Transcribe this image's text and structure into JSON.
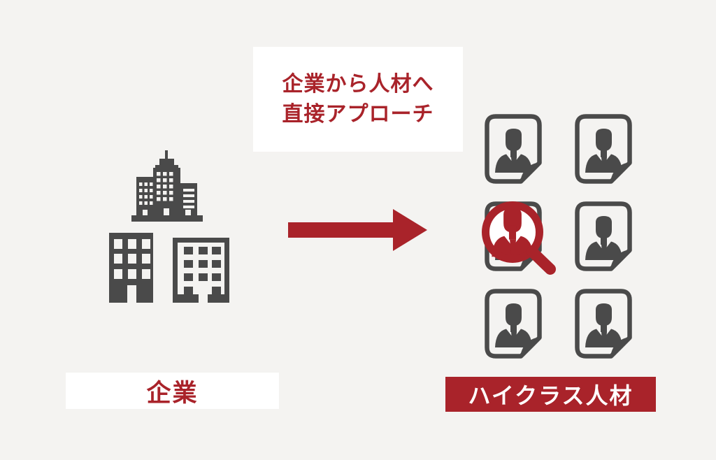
{
  "colors": {
    "background": "#F4F3F1",
    "red": "#A9232A",
    "dark": "#4A4A4A",
    "panel": "#FFFFFF"
  },
  "annotation_box": {
    "line1": "企業から人材へ",
    "line2": "直接アプローチ"
  },
  "company": {
    "label": "企業",
    "icon": "company-buildings-icon"
  },
  "arrow": {
    "icon": "right-arrow-icon",
    "direction": "right"
  },
  "talent": {
    "label": "ハイクラス人材",
    "card_icon": "resume-card-icon",
    "highlight_icon": "magnifier-icon",
    "cards": [
      {
        "id": 1,
        "magnifier": false
      },
      {
        "id": 2,
        "magnifier": false
      },
      {
        "id": 3,
        "magnifier": true
      },
      {
        "id": 4,
        "magnifier": false
      },
      {
        "id": 5,
        "magnifier": false
      },
      {
        "id": 6,
        "magnifier": false
      }
    ]
  }
}
